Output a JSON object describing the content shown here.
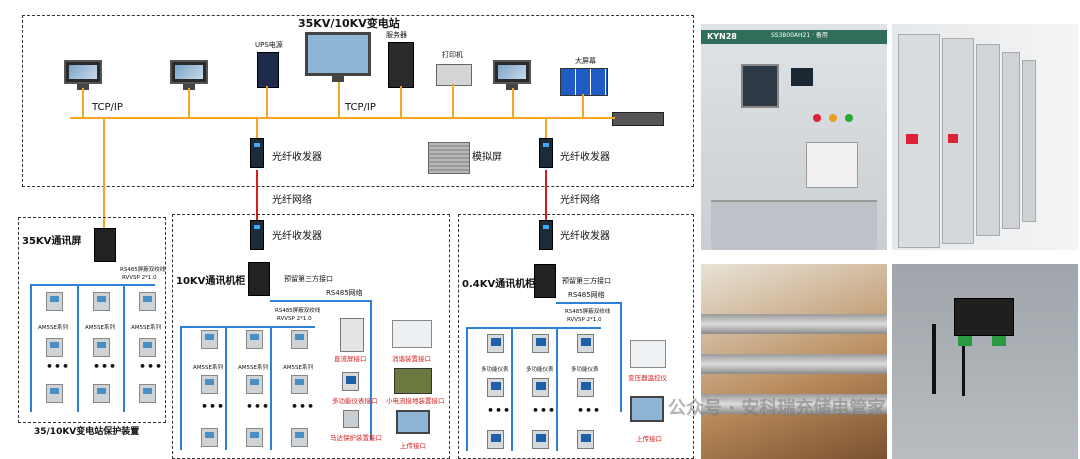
{
  "substation": {
    "title": "35KV/10KV变电站"
  },
  "devices": {
    "ups": "UPS电源",
    "server": "服务器",
    "printer": "打印机",
    "big_screen": "大屏幕",
    "sim_screen": "模拟屏"
  },
  "network": {
    "tcpip_left": "TCP/IP",
    "tcpip_mid": "TCP/IP",
    "fiber_transceiver": "光纤收发器",
    "fiber_network": "光纤网络"
  },
  "cabinets": {
    "kv35": {
      "title": "35KV通讯屏",
      "bus_label": "RS485屏蔽双绞线",
      "bus_spec": "RVVSP 2*1.0",
      "series": "AM5SE系列",
      "caption": "35/10KV变电站保护装置"
    },
    "kv10": {
      "title": "10KV通讯机柜",
      "third_party": "预留第三方接口",
      "rs485": "RS485网络",
      "bus_label": "RS485屏蔽双绞线",
      "bus_spec": "RVVSP 2*1.0",
      "series": "AM5SE系列",
      "dc_screen": "直流屏接口",
      "fire_device": "消谐装置接口",
      "multi_meter": "多功能仪表接口",
      "small_current": "小电流接地装置接口",
      "motor_protect": "马达保护装置接口",
      "upload": "上传接口"
    },
    "kv04": {
      "title": "0.4KV通讯机柜",
      "third_party": "预留第三方接口",
      "rs485": "RS485网络",
      "bus_label": "RS485屏蔽双绞线",
      "bus_spec": "RVVSP 2*1.0",
      "series": "多功能仪表",
      "temp_ctrl": "变压器温控仪",
      "upload": "上传接口"
    }
  },
  "photos": {
    "cabinet_top": "KYN28",
    "cabinet_tag": "SS3800AH21 · 备用"
  },
  "watermark": "公众号 · 安科瑞充储电管家",
  "colors": {
    "tcp": "#f5a623",
    "fiber": "#d81b1b",
    "rs485": "#2f80d8"
  }
}
